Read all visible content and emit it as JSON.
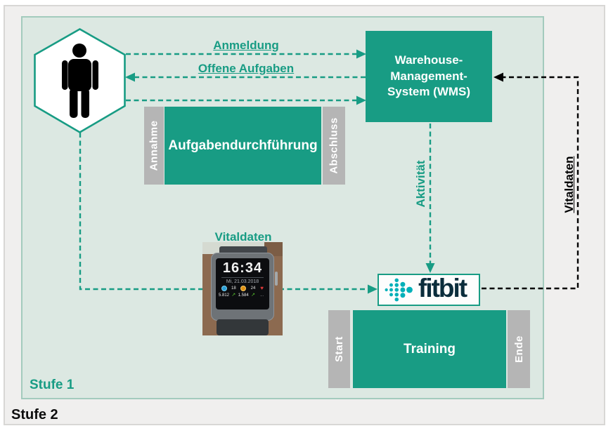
{
  "colors": {
    "teal": "#189c84",
    "panel_bg": "#dce8e2",
    "panel_border": "#a3cbbd",
    "gray_block": "#b5b5b5",
    "outer_bg": "#f0efee",
    "fitbit_wordmark": "#0b2d3c",
    "fitbit_dots": "#00b0b9",
    "black": "#000000"
  },
  "stages": {
    "stufe1": "Stufe 1",
    "stufe2": "Stufe 2"
  },
  "wms": {
    "label": "Warehouse-\nManagement-\nSystem (WMS)"
  },
  "arrows": {
    "anmeldung": "Anmeldung",
    "offene_aufgaben": "Offene Aufgaben",
    "aktivitaet": "Aktivität",
    "vitaldaten_feedback": "Vitaldaten",
    "vitaldaten_watch": "Vitaldaten"
  },
  "task_box": {
    "left_label": "Annahme",
    "title": "Aufgabendurchführung",
    "right_label": "Abschluss"
  },
  "training_box": {
    "left_label": "Start",
    "title": "Training",
    "right_label": "Ende"
  },
  "fitbit": {
    "wordmark": "fitbit"
  },
  "watch": {
    "time": "16:34",
    "date": "Mi, 21.03.2018",
    "stat_top_left": "18",
    "stat_top_right": "24",
    "stat_bottom_left": "5.812",
    "stat_bottom_right": "1.584",
    "more": "..."
  },
  "icons": {
    "actor": "person-icon",
    "fitbit_mark": "fitbit-dots-icon",
    "watch_steps": "steps-icon",
    "watch_flame": "flame-icon",
    "watch_heart": "heart-icon",
    "trend_up_glyph": "↗",
    "heart_glyph": "♥"
  }
}
